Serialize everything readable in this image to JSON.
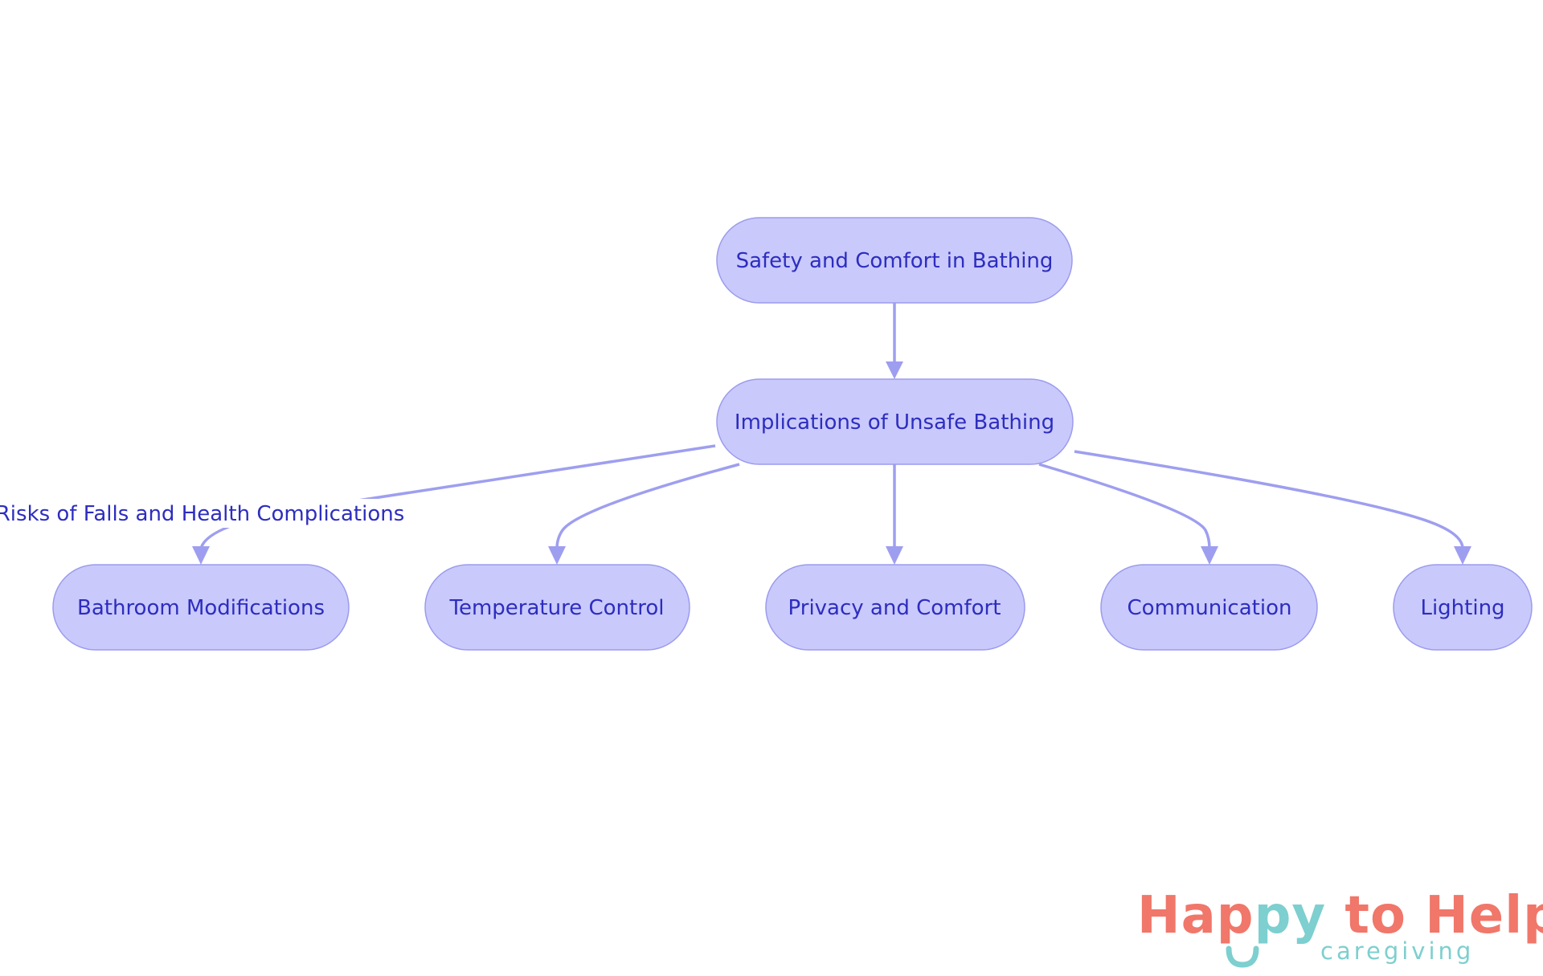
{
  "colors": {
    "node_fill": "#c9c9fc",
    "node_stroke": "#9b9bee",
    "node_text": "#2d2dbf",
    "edge": "#9e9ef0",
    "logo_coral": "#f0776a",
    "logo_teal": "#7ecfcf"
  },
  "nodes": {
    "root": "Safety and Comfort in Bathing",
    "implications": "Implications of Unsafe Bathing",
    "bathroom": "Bathroom Modifications",
    "temperature": "Temperature Control",
    "privacy": "Privacy and Comfort",
    "communication": "Communication",
    "lighting": "Lighting"
  },
  "edges": [
    {
      "from": "root",
      "to": "implications",
      "label": ""
    },
    {
      "from": "implications",
      "to": "bathroom",
      "label": "Risks of Falls and Health Complications"
    },
    {
      "from": "implications",
      "to": "temperature",
      "label": ""
    },
    {
      "from": "implications",
      "to": "privacy",
      "label": ""
    },
    {
      "from": "implications",
      "to": "communication",
      "label": ""
    },
    {
      "from": "implications",
      "to": "lighting",
      "label": ""
    }
  ],
  "logo": {
    "title_part1": "Hap",
    "title_part2": "py",
    "title_part3": " to Help",
    "subtitle": "caregiving"
  }
}
